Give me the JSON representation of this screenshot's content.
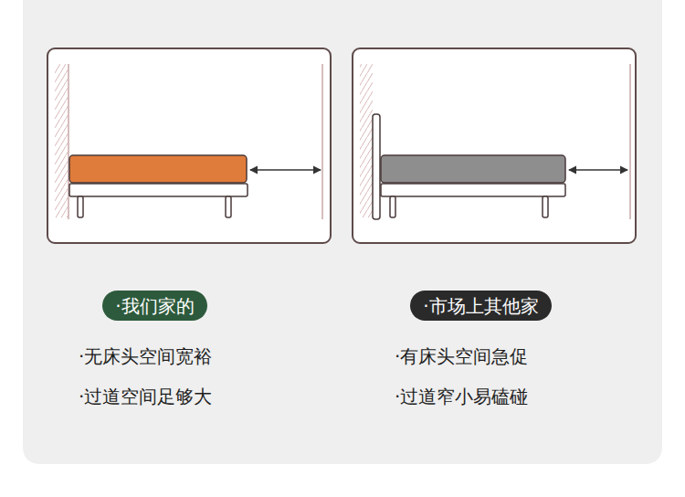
{
  "diagram": {
    "nodes": [
      {
        "text": [
          "·我们家的"
        ]
      },
      {
        "text": [
          "·市场上其他家"
        ]
      }
    ],
    "labels": [
      "·无床头空间宽裕",
      "·过道空间足够大",
      "·有床头空间急促",
      "·过道窄小易磕碰"
    ]
  }
}
